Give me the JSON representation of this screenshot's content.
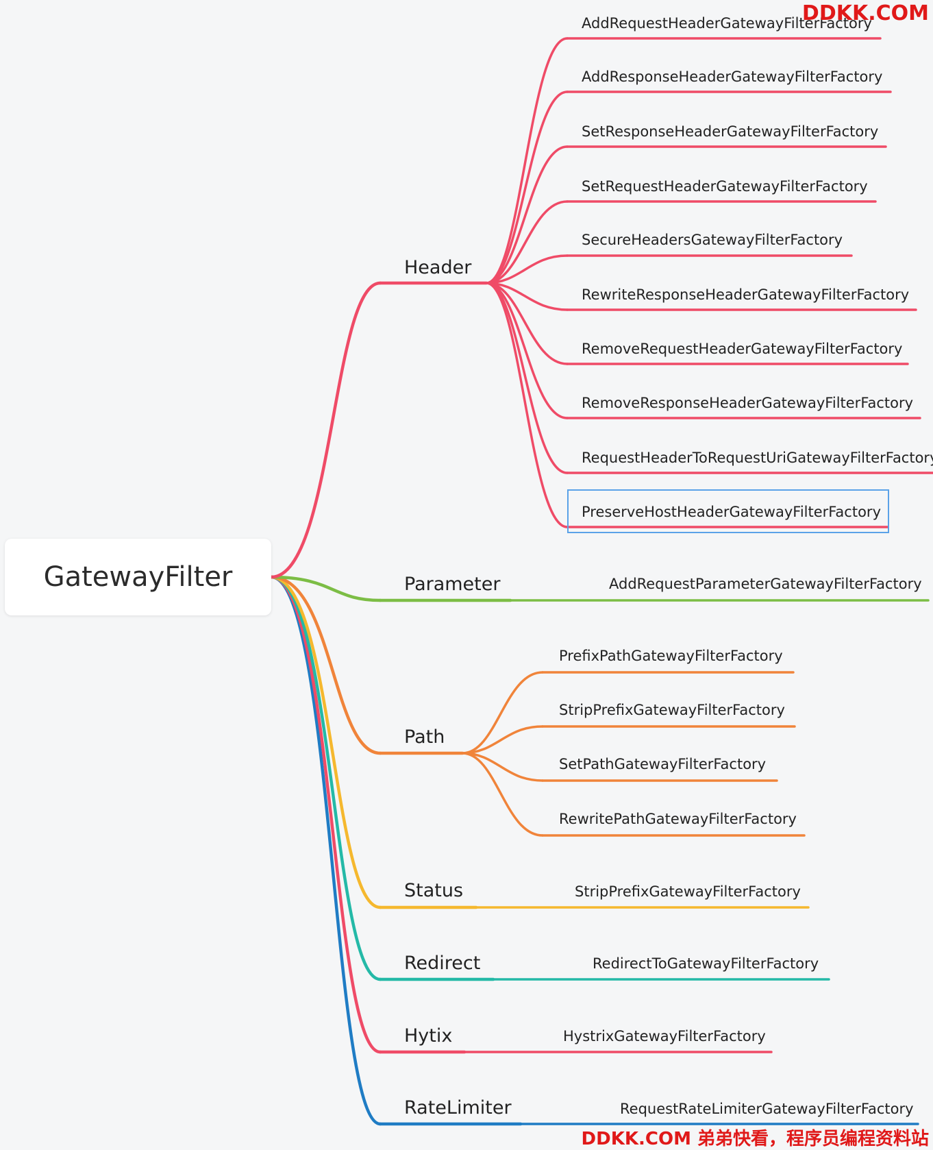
{
  "root": {
    "label": "GatewayFilter"
  },
  "colors": {
    "header": "#ef4b67",
    "parameter": "#7cbd45",
    "path": "#f0843a",
    "status": "#f5b82e",
    "redirect": "#24b9a7",
    "hytix": "#ef4b67",
    "ratelimiter": "#1f7cc4",
    "highlight": "#5aa2e8",
    "watermark": "#e01919"
  },
  "branches": [
    {
      "key": "header",
      "label": "Header",
      "children": [
        "AddRequestHeaderGatewayFilterFactory",
        "AddResponseHeaderGatewayFilterFactory",
        "SetResponseHeaderGatewayFilterFactory",
        "SetRequestHeaderGatewayFilterFactory",
        "SecureHeadersGatewayFilterFactory",
        "RewriteResponseHeaderGatewayFilterFactory",
        "RemoveRequestHeaderGatewayFilterFactory",
        "RemoveResponseHeaderGatewayFilterFactory",
        "RequestHeaderToRequestUriGatewayFilterFactory",
        "PreserveHostHeaderGatewayFilterFactory"
      ]
    },
    {
      "key": "parameter",
      "label": "Parameter",
      "children": [
        "AddRequestParameterGatewayFilterFactory"
      ]
    },
    {
      "key": "path",
      "label": "Path",
      "children": [
        "PrefixPathGatewayFilterFactory",
        "StripPrefixGatewayFilterFactory",
        "SetPathGatewayFilterFactory",
        "RewritePathGatewayFilterFactory"
      ]
    },
    {
      "key": "status",
      "label": "Status",
      "children": [
        "StripPrefixGatewayFilterFactory"
      ]
    },
    {
      "key": "redirect",
      "label": "Redirect",
      "children": [
        "RedirectToGatewayFilterFactory"
      ]
    },
    {
      "key": "hytix",
      "label": "Hytix",
      "children": [
        "HystrixGatewayFilterFactory"
      ]
    },
    {
      "key": "ratelimiter",
      "label": "RateLimiter",
      "children": [
        "RequestRateLimiterGatewayFilterFactory"
      ]
    }
  ],
  "highlighted": "PreserveHostHeaderGatewayFilterFactory",
  "watermark": {
    "top": "DDKK.COM",
    "bottom": "DDKK.COM 弟弟快看，程序员编程资料站"
  }
}
